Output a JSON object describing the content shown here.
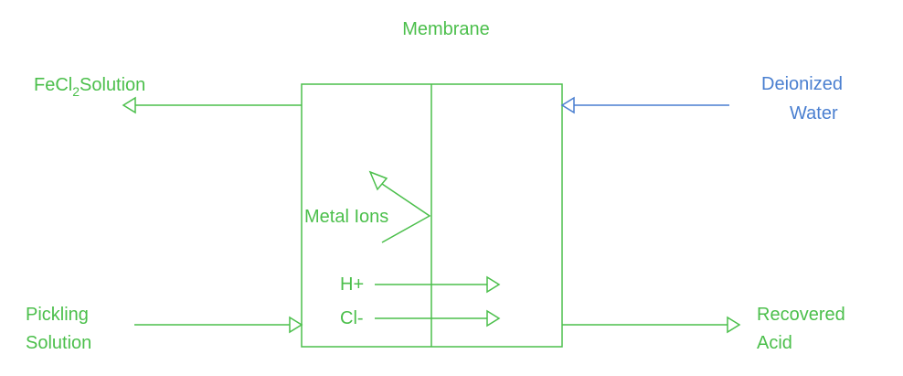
{
  "colors": {
    "green": "#4bbf4b",
    "blue": "#4a7fd0"
  },
  "labels": {
    "membrane": "Membrane",
    "fecl2_prefix": "FeCl",
    "fecl2_sub": "2",
    "fecl2_suffix": "Solution",
    "deionized_line1": "Deionized",
    "deionized_line2": "Water",
    "metal_ions": "Metal Ions",
    "h_plus": "H+",
    "cl_minus": "Cl-",
    "pickling_line1": "Pickling",
    "pickling_line2": "Solution",
    "recovered_line1": "Recovered",
    "recovered_line2": "Acid"
  }
}
